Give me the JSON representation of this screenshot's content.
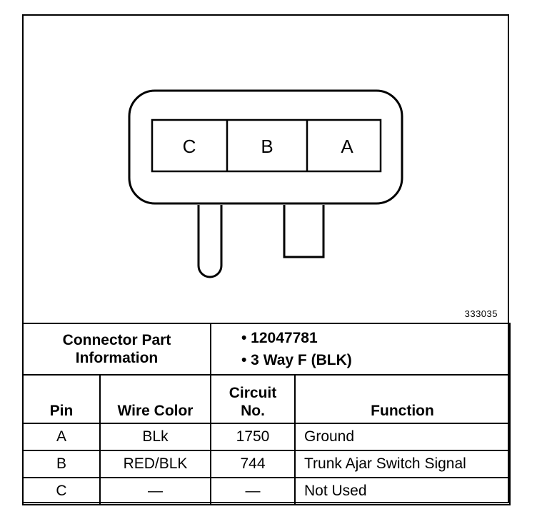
{
  "figure_id": "333035",
  "connector": {
    "cavities": [
      "C",
      "B",
      "A"
    ]
  },
  "part_info": {
    "label_line1": "Connector Part",
    "label_line2": "Information",
    "part_number": "• 12047781",
    "description": "• 3 Way F (BLK)"
  },
  "table": {
    "headers": {
      "pin": "Pin",
      "wire_color": "Wire Color",
      "circuit_line1": "Circuit",
      "circuit_line2": "No.",
      "function": "Function"
    },
    "rows": [
      {
        "pin": "A",
        "wire_color": "BLk",
        "circuit": "1750",
        "function": "Ground"
      },
      {
        "pin": "B",
        "wire_color": "RED/BLK",
        "circuit": "744",
        "function": "Trunk Ajar Switch Signal"
      },
      {
        "pin": "C",
        "wire_color": "—",
        "circuit": "—",
        "function": "Not Used"
      }
    ]
  }
}
